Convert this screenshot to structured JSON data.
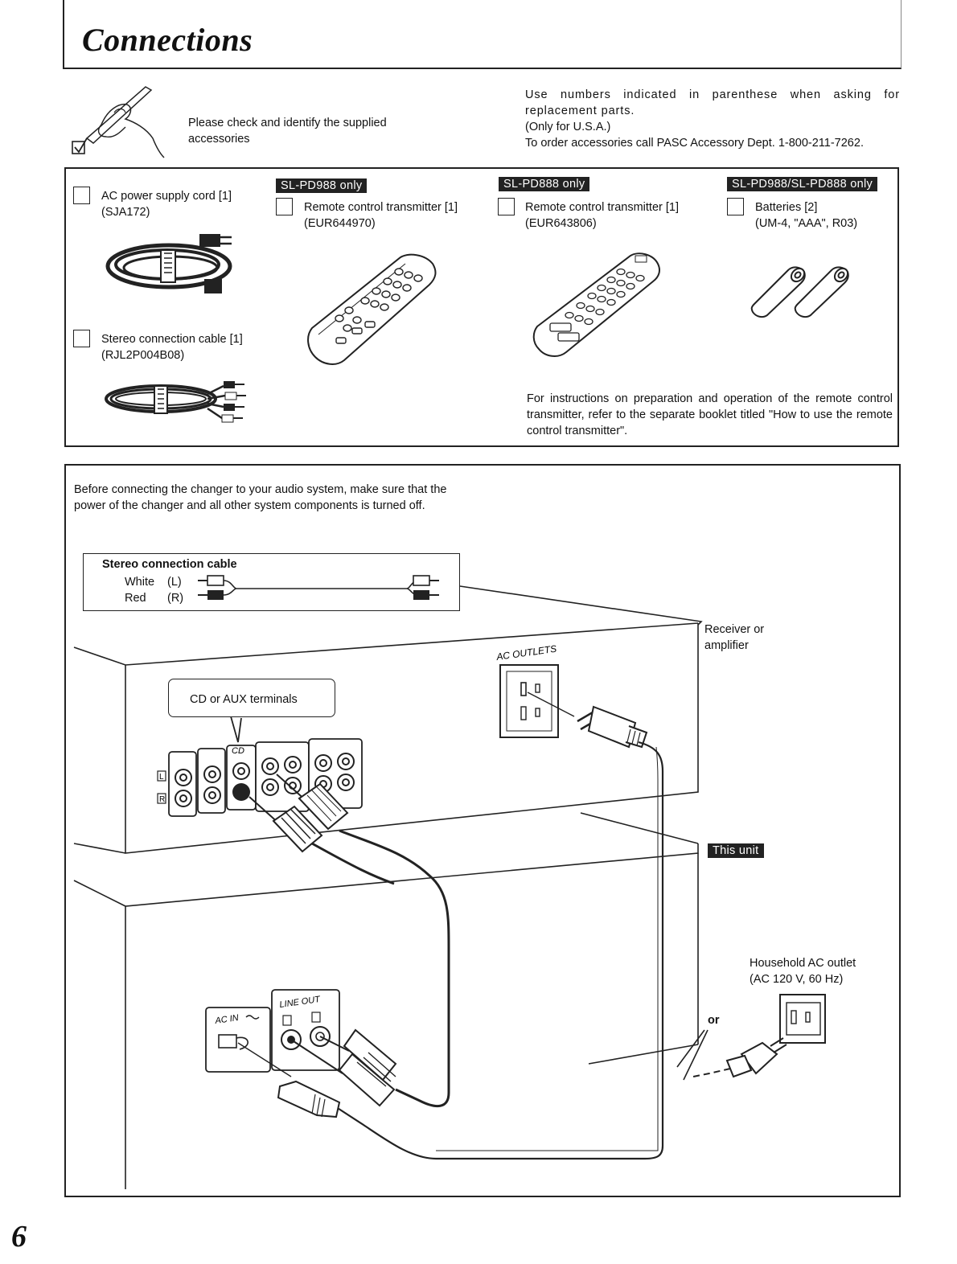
{
  "header": {
    "title": "Connections"
  },
  "intro": {
    "check_text": "Please check and identify the supplied accessories",
    "parts_note": "Use numbers indicated in parenthese when asking for replacement parts.",
    "usa_note": "(Only for U.S.A.)",
    "order_note": "To order accessories call PASC Accessory Dept. 1-800-211-7262."
  },
  "accessories": {
    "ac_cord": {
      "name": "AC power supply cord [1]",
      "part": "(SJA172)"
    },
    "stereo_cable": {
      "name": "Stereo connection cable [1]",
      "part": "(RJL2P004B08)"
    },
    "remote_988": {
      "badge": "SL-PD988 only",
      "name": "Remote control transmitter [1]",
      "part": "(EUR644970)"
    },
    "remote_888": {
      "badge": "SL-PD888 only",
      "name": "Remote control transmitter [1]",
      "part": "(EUR643806)"
    },
    "batteries": {
      "badge": "SL-PD988/SL-PD888 only",
      "name": "Batteries [2]",
      "part": "(UM-4, \"AAA\", R03)"
    },
    "remote_note": "For instructions on preparation and operation of the remote control transmitter, refer to the separate booklet titled \"How to use the remote control transmitter\"."
  },
  "connection": {
    "caution": "Before connecting the changer to your audio system, make sure that the power of the changer and all other system components is turned off.",
    "cable_title": "Stereo connection cable",
    "white_label": "White",
    "white_ch": "(L)",
    "red_label": "Red",
    "red_ch": "(R)",
    "receiver": "Receiver or amplifier",
    "ac_outlets": "AC OUTLETS",
    "cd_aux": "CD or AUX terminals",
    "cd": "CD",
    "l": "L",
    "r": "R",
    "this_unit": "This unit",
    "household": "Household AC outlet",
    "household_spec": "(AC 120 V, 60 Hz)",
    "ac_in": "AC IN",
    "line_out": "LINE OUT",
    "or": "or"
  },
  "page": {
    "number": "6"
  }
}
